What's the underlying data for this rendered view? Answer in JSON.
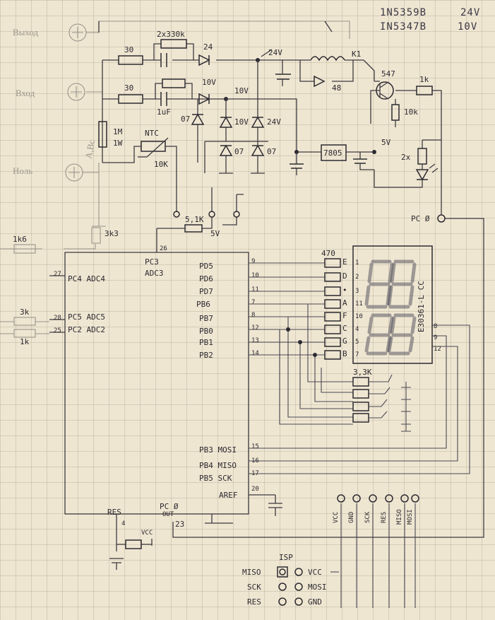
{
  "parts_legend": {
    "line1_part": "1N5359B",
    "line1_value": "24V",
    "line2_part": "IN5347B",
    "line2_value": "10V"
  },
  "terminals": {
    "out": "Выход",
    "in": "Вход",
    "zero": "Ноль"
  },
  "labels": {
    "r_2x330k": "2x330k",
    "r_30_top": "30",
    "r_30_bot": "30",
    "d_24": "24",
    "rail_24v": "24V",
    "relay": "K1",
    "d_48": "48",
    "transistor": "547",
    "r_1k": "1k",
    "r_10k_tr": "10k",
    "r_2x": "2x",
    "d_10v": "10V",
    "node_10v": "10V",
    "cap_1uf": "1uF",
    "z_07a": "07",
    "z_10v": "10V",
    "z_24v": "24V",
    "z_07b": "07",
    "z_07c": "07",
    "r_1m": "1M",
    "r_1w": "1W",
    "r_x": "A,Bc",
    "ntc": "NTC",
    "ntc_10k": "10K",
    "reg": "7805",
    "rail_5v": "5V",
    "r_5k1": "5,1K",
    "pot_5v": "5V",
    "r_3k3": "3k3",
    "r_1k6": "1k6",
    "r_3k_a": "3k",
    "r_1k_b": "1k",
    "pc0_out": "PC Ø",
    "r_470": "470",
    "r_3k3_b": "3,3K",
    "display_name": "E30361-L CC",
    "mcu_res": "RES",
    "mcu_pc0": "PC Ø",
    "mcu_out": "OUT",
    "vcc_small": "VCC"
  },
  "mcu_left_pins": [
    {
      "num": "26",
      "name": "PC3"
    },
    {
      "num": "",
      "name": "ADC3"
    },
    {
      "num": "27",
      "name": "PC4 ADC4"
    },
    {
      "num": "28",
      "name": "PC5 ADC5"
    },
    {
      "num": "25",
      "name": "PC2 ADC2"
    },
    {
      "num": "4",
      "name": ""
    },
    {
      "num": "23",
      "name": ""
    }
  ],
  "mcu_right_pins": [
    {
      "num": "9",
      "name": "PD5"
    },
    {
      "num": "10",
      "name": "PD6"
    },
    {
      "num": "11",
      "name": "PD7"
    },
    {
      "num": "7",
      "name": "PB6"
    },
    {
      "num": "8",
      "name": "PB7"
    },
    {
      "num": "12",
      "name": "PB0"
    },
    {
      "num": "13",
      "name": "PB1"
    },
    {
      "num": "14",
      "name": "PB2"
    },
    {
      "num": "15",
      "name": "PB3 MOSI"
    },
    {
      "num": "16",
      "name": "PB4 MISO"
    },
    {
      "num": "17",
      "name": "PB5 SCK"
    },
    {
      "num": "20",
      "name": "AREF"
    }
  ],
  "display_segments": [
    {
      "seg": "E",
      "pin": "1"
    },
    {
      "seg": "D",
      "pin": "2"
    },
    {
      "seg": "•",
      "pin": "3"
    },
    {
      "seg": "A",
      "pin": "11"
    },
    {
      "seg": "F",
      "pin": "10"
    },
    {
      "seg": "C",
      "pin": "4"
    },
    {
      "seg": "G",
      "pin": "5"
    },
    {
      "seg": "B",
      "pin": "7"
    }
  ],
  "display_digit_pins": [
    "8",
    "9",
    "12"
  ],
  "header_pins": [
    "VCC",
    "GND",
    "SCK",
    "RES",
    "MISO",
    "MOSI"
  ],
  "isp": {
    "title": "ISP",
    "rows": [
      {
        "left": "MISO",
        "right": "VCC"
      },
      {
        "left": "SCK",
        "right": "MOSI"
      },
      {
        "left": "RES",
        "right": "GND"
      }
    ]
  }
}
